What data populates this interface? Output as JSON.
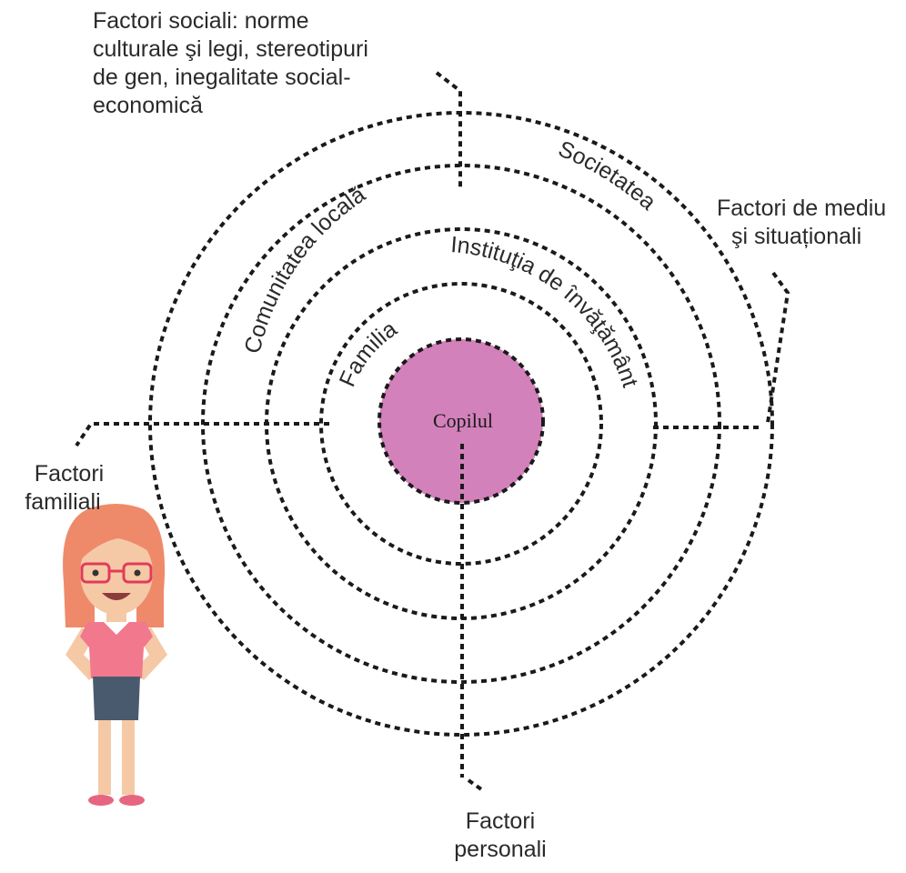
{
  "diagram": {
    "center": {
      "label": "Copilul",
      "fill": "#d381bb"
    },
    "rings": [
      {
        "id": "familia",
        "label": "Familia"
      },
      {
        "id": "institutia",
        "label": "Instituţia de învăţământ"
      },
      {
        "id": "comunitatea",
        "label": "Comunitatea locală"
      },
      {
        "id": "societatea",
        "label": "Societatea"
      }
    ],
    "factors": {
      "social": {
        "lines": [
          "Factori sociali: norme",
          "culturale şi legi, stereotipuri",
          "de gen, inegalitate social-",
          "economică"
        ]
      },
      "environment": {
        "lines": [
          "Factori de mediu",
          "şi situaționali"
        ]
      },
      "family": {
        "lines": [
          "Factori",
          "familiali"
        ]
      },
      "personal": {
        "lines": [
          "Factori",
          "personali"
        ]
      }
    },
    "colors": {
      "line": "#1a1a1a",
      "text": "#2a2a2a"
    },
    "illustration": {
      "icon": "girl-with-glasses-icon"
    }
  }
}
